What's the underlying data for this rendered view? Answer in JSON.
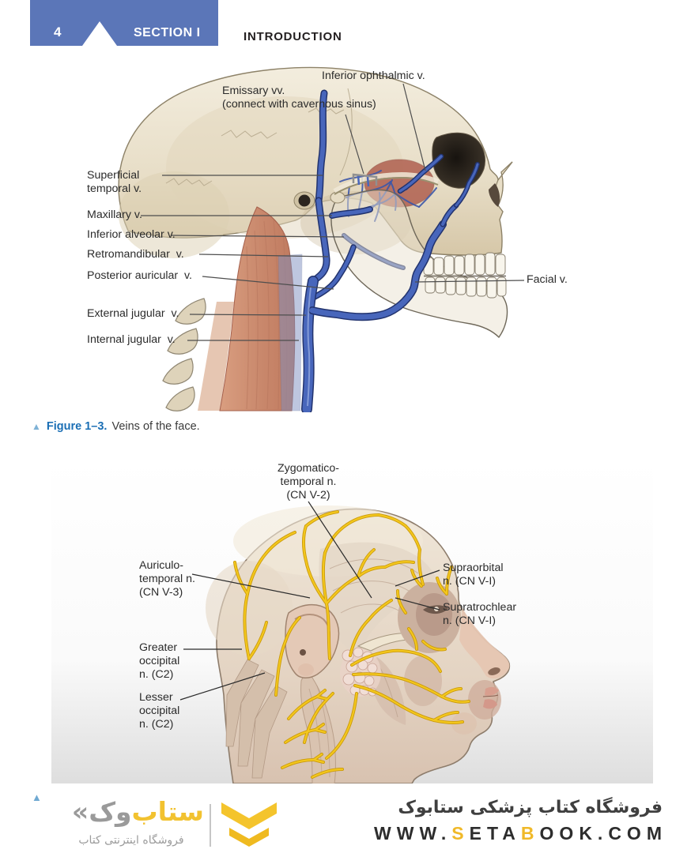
{
  "header": {
    "page_number": "4",
    "section": "SECTION I",
    "chapter": "INTRODUCTION"
  },
  "figure1": {
    "caption_marker": "▲",
    "caption_label": "Figure 1–3.",
    "caption_text": "Veins of the face.",
    "labels": {
      "inferior_ophthalmic": "Inferior ophthalmic v.",
      "emissary": "Emissary vv.\n(connect with cavernous sinus)",
      "superficial_temporal": "Superficial\ntemporal v.",
      "maxillary": "Maxillary v.",
      "inferior_alveolar": "Inferior alveolar v.",
      "retromandibular": "Retromandibular  v.",
      "posterior_auricular": "Posterior auricular  v.",
      "external_jugular": "External jugular  v.",
      "internal_jugular": "Internal jugular  v.",
      "facial": "Facial v."
    }
  },
  "figure2": {
    "labels": {
      "zygomaticotemporal": "Zygomatico-\ntemporal n.\n(CN V-2)",
      "auriculotemporal": "Auriculo-\ntemporal n.\n(CN V-3)",
      "supraorbital": "Supraorbital\nn. (CN V-I)",
      "supratrochlear": "Supratrochlear\nn. (CN V-I)",
      "greater_occipital": "Greater\noccipital\nn. (C2)",
      "lesser_occipital": "Lesser\noccipital\nn. (C2)"
    }
  },
  "footer": {
    "marker": "▲",
    "logo": {
      "chevron_mark": "«",
      "word_secondary": "وک",
      "word_primary": "ستاب",
      "subtitle": "فروشگاه اینترنتی کتاب"
    },
    "tagline": "فروشگاه کتاب پزشکی ستابوک",
    "url": {
      "p1": "WWW.",
      "p2": "S",
      "p3": "ETA",
      "p4": "B",
      "p5": "OOK.COM"
    }
  },
  "colors": {
    "banner_blue": "#5b76b8",
    "figure_blue": "#1b6fb5",
    "marker_blue": "#7fb2d6",
    "vein_blue": "#4866bb",
    "nerve_yellow": "#f3c71d",
    "brand_yellow": "#f2c230"
  }
}
